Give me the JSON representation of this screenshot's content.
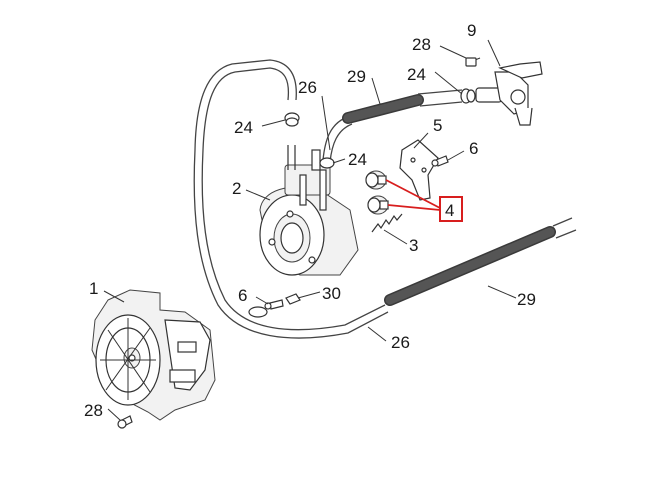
{
  "diagram": {
    "callouts": [
      {
        "id": "c1",
        "label": "1"
      },
      {
        "id": "c2",
        "label": "2"
      },
      {
        "id": "c3",
        "label": "3"
      },
      {
        "id": "c4",
        "label": "4"
      },
      {
        "id": "c5",
        "label": "5"
      },
      {
        "id": "c6a",
        "label": "6"
      },
      {
        "id": "c6b",
        "label": "6"
      },
      {
        "id": "c9",
        "label": "9"
      },
      {
        "id": "c24a",
        "label": "24"
      },
      {
        "id": "c24b",
        "label": "24"
      },
      {
        "id": "c24c",
        "label": "24"
      },
      {
        "id": "c26a",
        "label": "26"
      },
      {
        "id": "c26b",
        "label": "26"
      },
      {
        "id": "c28a",
        "label": "28"
      },
      {
        "id": "c28b",
        "label": "28"
      },
      {
        "id": "c29a",
        "label": "29"
      },
      {
        "id": "c29b",
        "label": "29"
      },
      {
        "id": "c30",
        "label": "30"
      }
    ],
    "colors": {
      "highlight": "#d81e1e",
      "line": "#333333",
      "hose": "#3a3a3a",
      "background": "#ffffff"
    }
  }
}
